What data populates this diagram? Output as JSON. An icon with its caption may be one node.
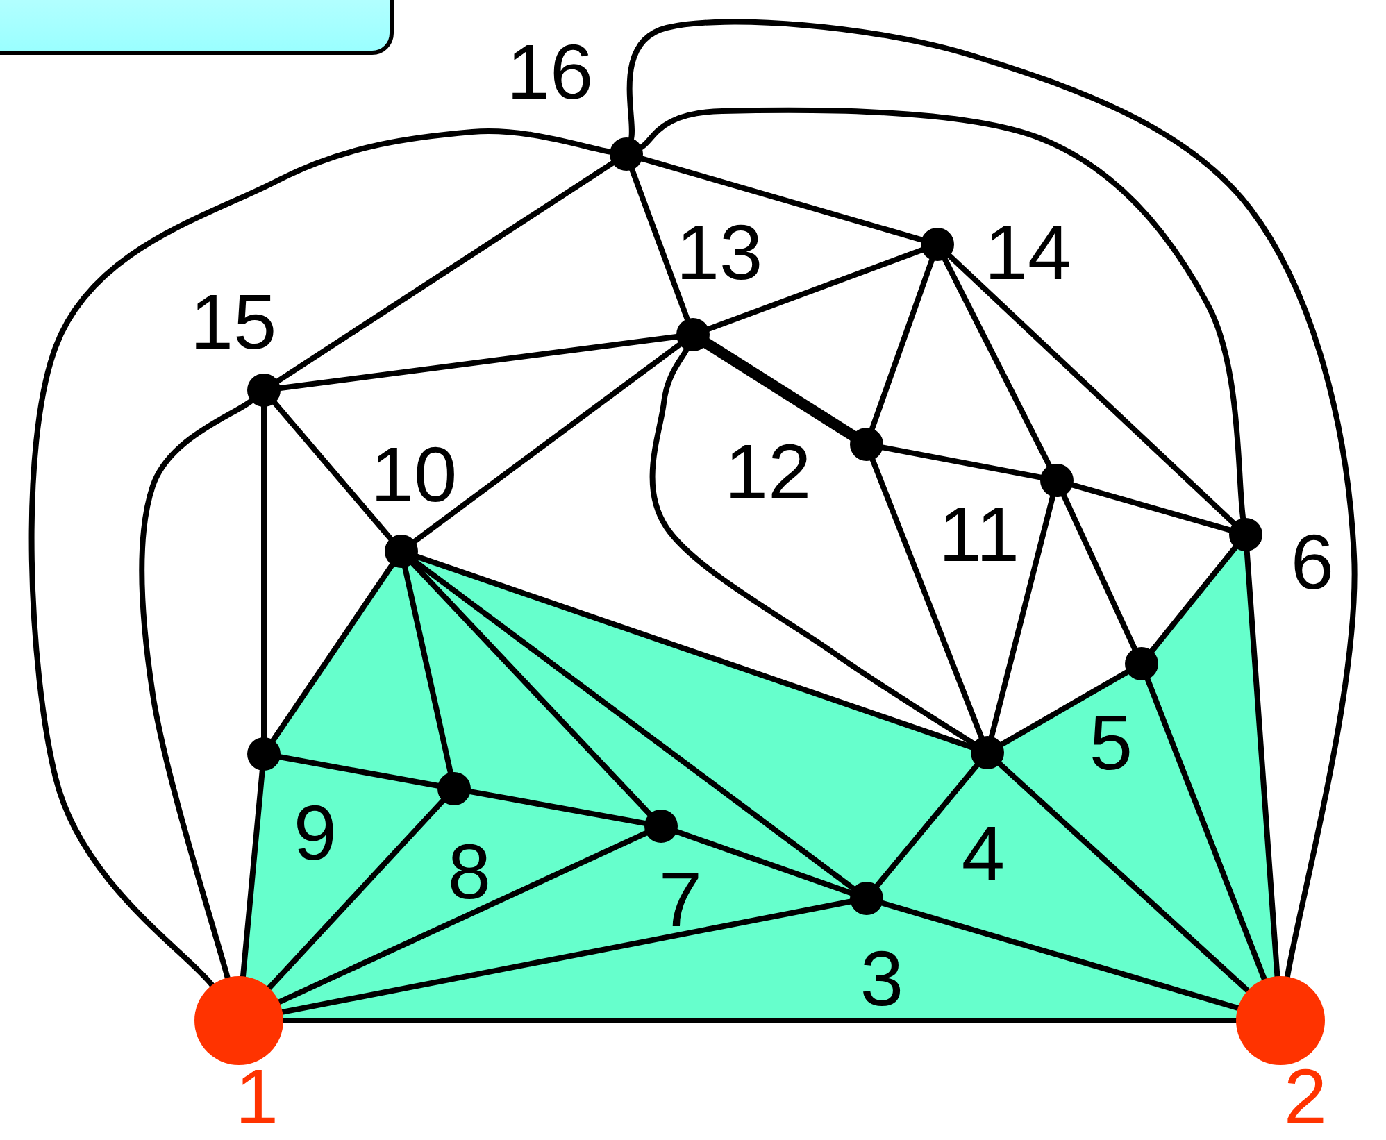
{
  "diagram": {
    "nodes": [
      {
        "text": [],
        "shape": "circle",
        "beside": [
          "1"
        ]
      },
      {
        "text": [],
        "shape": "circle",
        "beside": [
          "2"
        ]
      },
      {
        "text": [],
        "shape": "circle",
        "beside": [
          "3"
        ]
      },
      {
        "text": [],
        "shape": "circle",
        "beside": [
          "4"
        ]
      },
      {
        "text": [],
        "shape": "circle",
        "beside": [
          "5"
        ]
      },
      {
        "text": [],
        "shape": "circle",
        "beside": [
          "6"
        ]
      },
      {
        "text": [],
        "shape": "circle",
        "beside": [
          "7"
        ]
      },
      {
        "text": [],
        "shape": "circle",
        "beside": [
          "8"
        ]
      },
      {
        "text": [],
        "shape": "circle",
        "beside": [
          "9"
        ]
      },
      {
        "text": [],
        "shape": "circle",
        "beside": [
          "10"
        ]
      },
      {
        "text": [],
        "shape": "circle",
        "beside": [
          "11"
        ]
      },
      {
        "text": [],
        "shape": "circle",
        "beside": [
          "12"
        ]
      },
      {
        "text": [],
        "shape": "circle",
        "beside": [
          "13"
        ]
      },
      {
        "text": [],
        "shape": "circle",
        "beside": [
          "14"
        ]
      },
      {
        "text": [],
        "shape": "circle",
        "beside": [
          "15"
        ]
      },
      {
        "text": [],
        "shape": "circle",
        "beside": [
          "16"
        ]
      }
    ],
    "edges": [
      {
        "from": 0,
        "to": 1,
        "arrow": "none"
      },
      {
        "from": 0,
        "to": 8,
        "arrow": "none"
      },
      {
        "from": 0,
        "to": 7,
        "arrow": "none"
      },
      {
        "from": 0,
        "to": 6,
        "arrow": "none"
      },
      {
        "from": 0,
        "to": 2,
        "arrow": "none"
      },
      {
        "from": 0,
        "to": 14,
        "arrow": "none"
      },
      {
        "from": 0,
        "to": 15,
        "arrow": "none"
      },
      {
        "from": 1,
        "to": 2,
        "arrow": "none"
      },
      {
        "from": 1,
        "to": 3,
        "arrow": "none"
      },
      {
        "from": 1,
        "to": 4,
        "arrow": "none"
      },
      {
        "from": 1,
        "to": 5,
        "arrow": "none"
      },
      {
        "from": 15,
        "to": 1,
        "arrow": "none"
      },
      {
        "from": 15,
        "to": 5,
        "arrow": "none"
      },
      {
        "from": 2,
        "to": 3,
        "arrow": "none"
      },
      {
        "from": 2,
        "to": 9,
        "arrow": "none"
      },
      {
        "from": 2,
        "to": 6,
        "arrow": "none"
      },
      {
        "from": 3,
        "to": 4,
        "arrow": "none"
      },
      {
        "from": 3,
        "to": 9,
        "arrow": "none"
      },
      {
        "from": 3,
        "to": 11,
        "arrow": "none"
      },
      {
        "from": 3,
        "to": 10,
        "arrow": "none"
      },
      {
        "from": 12,
        "to": 3,
        "arrow": "none"
      },
      {
        "from": 4,
        "to": 5,
        "arrow": "none"
      },
      {
        "from": 4,
        "to": 10,
        "arrow": "none"
      },
      {
        "from": 5,
        "to": 10,
        "arrow": "none"
      },
      {
        "from": 5,
        "to": 13,
        "arrow": "none"
      },
      {
        "from": 6,
        "to": 7,
        "arrow": "none"
      },
      {
        "from": 6,
        "to": 9,
        "arrow": "none"
      },
      {
        "from": 7,
        "to": 8,
        "arrow": "none"
      },
      {
        "from": 7,
        "to": 9,
        "arrow": "none"
      },
      {
        "from": 8,
        "to": 9,
        "arrow": "none"
      },
      {
        "from": 8,
        "to": 14,
        "arrow": "none"
      },
      {
        "from": 9,
        "to": 14,
        "arrow": "none"
      },
      {
        "from": 9,
        "to": 12,
        "arrow": "none"
      },
      {
        "from": 10,
        "to": 11,
        "arrow": "none"
      },
      {
        "from": 10,
        "to": 13,
        "arrow": "none"
      },
      {
        "from": 11,
        "to": 12,
        "arrow": "none",
        "style": "thick"
      },
      {
        "from": 11,
        "to": 13,
        "arrow": "none"
      },
      {
        "from": 12,
        "to": 13,
        "arrow": "none"
      },
      {
        "from": 12,
        "to": 14,
        "arrow": "none"
      },
      {
        "from": 12,
        "to": 15,
        "arrow": "none"
      },
      {
        "from": 13,
        "to": 15,
        "arrow": "none"
      },
      {
        "from": 14,
        "to": 15,
        "arrow": "none"
      }
    ]
  }
}
